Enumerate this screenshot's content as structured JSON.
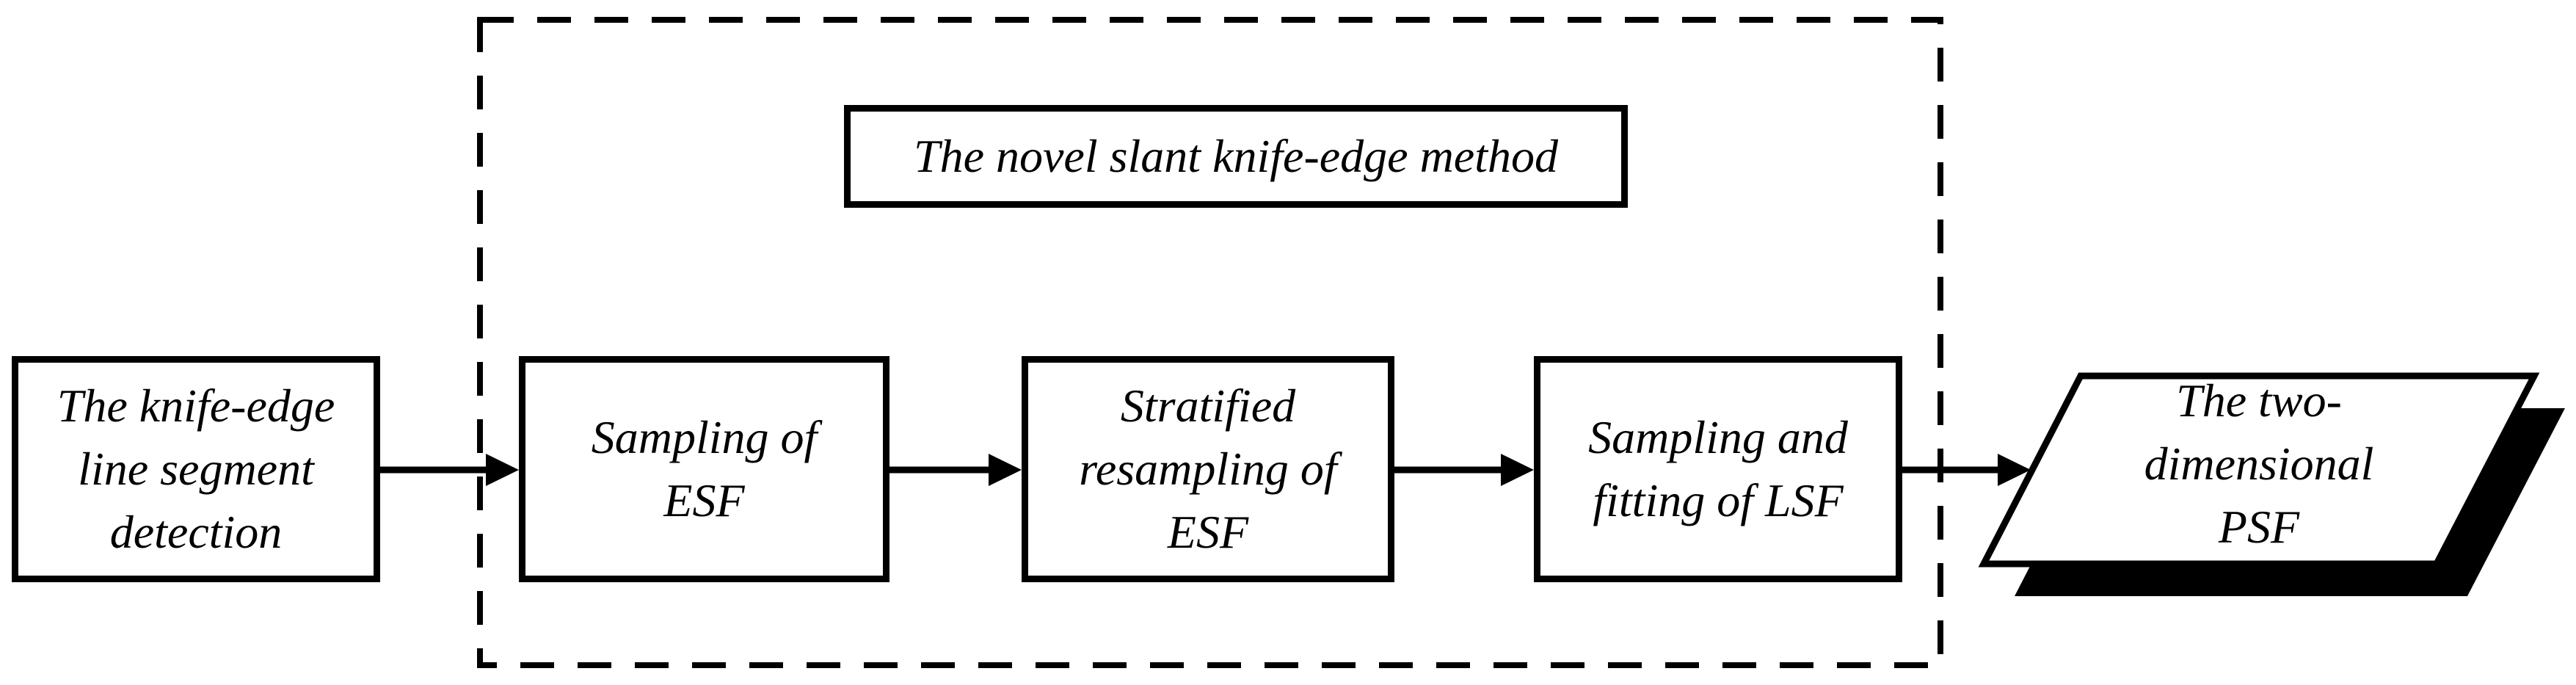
{
  "colors": {
    "ink": "#000000",
    "paper": "#ffffff"
  },
  "flowchart": {
    "input": {
      "shape": "rectangle",
      "lines": [
        "The knife-edge",
        "line segment",
        "detection"
      ]
    },
    "method_group": {
      "shape": "dashed-container",
      "title": {
        "shape": "rectangle",
        "lines": [
          "The novel slant knife-edge method"
        ]
      },
      "steps": {
        "sampling_esf": {
          "shape": "rectangle",
          "lines": [
            "Sampling of",
            "ESF"
          ]
        },
        "stratified_resampling_esf": {
          "shape": "rectangle",
          "lines": [
            "Stratified",
            "resampling of",
            "ESF"
          ]
        },
        "sampling_fitting_lsf": {
          "shape": "rectangle",
          "lines": [
            "Sampling and",
            "fitting of LSF"
          ]
        }
      }
    },
    "output": {
      "shape": "parallelogram-with-shadow",
      "lines": [
        "The two-",
        "dimensional",
        "PSF"
      ]
    },
    "edges": [
      {
        "from": "input",
        "to": "sampling_esf"
      },
      {
        "from": "sampling_esf",
        "to": "stratified_resampling_esf"
      },
      {
        "from": "stratified_resampling_esf",
        "to": "sampling_fitting_lsf"
      },
      {
        "from": "sampling_fitting_lsf",
        "to": "output"
      }
    ]
  }
}
